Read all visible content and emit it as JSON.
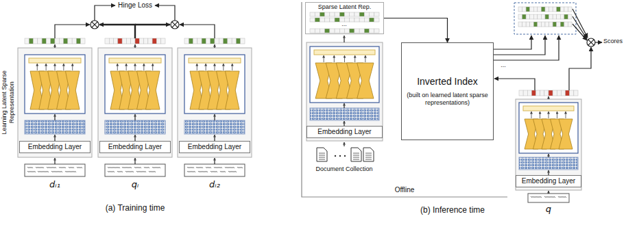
{
  "diagram": {
    "nodes": [
      {
        "text": [
          "Embedding Layer"
        ]
      },
      {
        "text": [
          "Embedding Layer"
        ]
      },
      {
        "text": [
          "Embedding Layer"
        ]
      },
      {
        "text": [
          "Sparse Latent Rep."
        ]
      },
      {
        "text": [
          "Embedding Layer"
        ]
      },
      {
        "text": [
          "Inverted Index",
          "(built on learned latent sparse representations)"
        ]
      },
      {
        "text": [
          "Embedding Layer"
        ]
      }
    ],
    "edges": [
      {
        "from": 3,
        "to": 5,
        "arrow": "to"
      }
    ],
    "labels": [
      "Hinge Loss",
      "Learning Latent Sparse Representation",
      "dᵢ₁",
      "qᵢ",
      "dᵢ₂",
      "(a) Training time",
      "...",
      "Document Collection",
      "...",
      "Offline",
      "Scores",
      "q",
      "(b) Inference time"
    ]
  }
}
